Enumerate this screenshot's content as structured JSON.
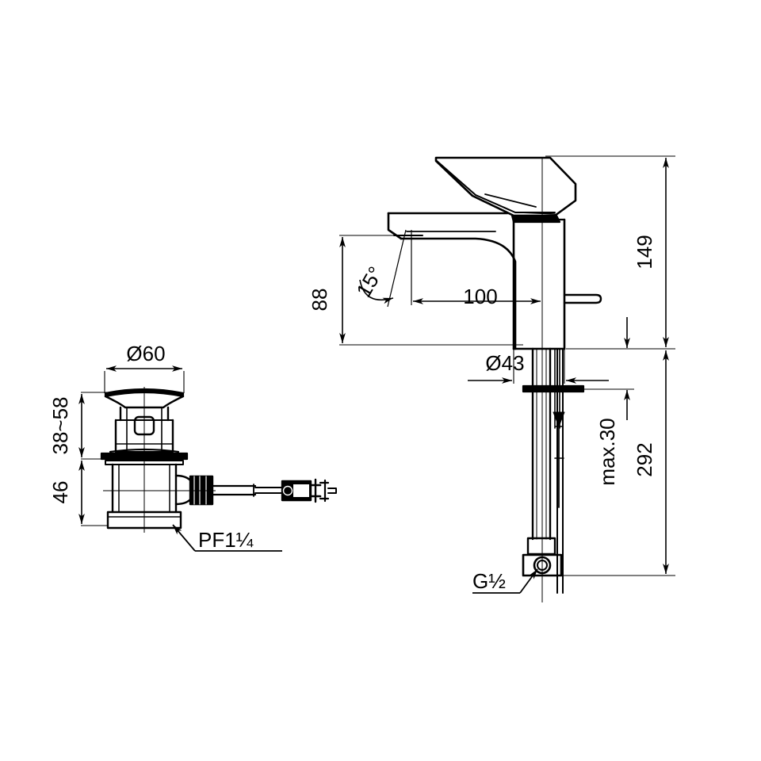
{
  "drawing": {
    "type": "engineering-dimension-drawing",
    "subject": "single-lever basin mixer faucet with pop-up drain assembly",
    "units": "mm",
    "line_color": "#000000",
    "background_color": "#ffffff"
  },
  "dimensions": {
    "spout_height": "88",
    "spout_angle": "15°",
    "spout_reach": "100",
    "overall_height": "149",
    "base_diameter": "Ø43",
    "deck_thickness": "max.30",
    "total_depth": "292",
    "drain_flange_diameter": "Ø60",
    "drain_upper_range": "38~58",
    "drain_lower": "46"
  },
  "labels": {
    "drain_thread": "PF1¼",
    "supply_thread": "G½"
  },
  "callouts": [
    {
      "id": "drain-thread-callout",
      "text": "PF1¼"
    },
    {
      "id": "supply-thread-callout",
      "text": "G½"
    }
  ],
  "dimension_list": [
    {
      "id": "dim-88",
      "text": "88",
      "orientation": "vertical",
      "part": "faucet"
    },
    {
      "id": "dim-15deg",
      "text": "15°",
      "orientation": "rotated",
      "part": "faucet"
    },
    {
      "id": "dim-100",
      "text": "100",
      "orientation": "horizontal",
      "part": "faucet"
    },
    {
      "id": "dim-149",
      "text": "149",
      "orientation": "vertical",
      "part": "faucet"
    },
    {
      "id": "dim-d43",
      "text": "Ø43",
      "orientation": "horizontal",
      "part": "faucet"
    },
    {
      "id": "dim-max30",
      "text": "max.30",
      "orientation": "vertical",
      "part": "faucet"
    },
    {
      "id": "dim-292",
      "text": "292",
      "orientation": "vertical",
      "part": "faucet"
    },
    {
      "id": "dim-d60",
      "text": "Ø60",
      "orientation": "horizontal",
      "part": "drain"
    },
    {
      "id": "dim-38-58",
      "text": "38~58",
      "orientation": "vertical",
      "part": "drain"
    },
    {
      "id": "dim-46",
      "text": "46",
      "orientation": "vertical",
      "part": "drain"
    }
  ]
}
